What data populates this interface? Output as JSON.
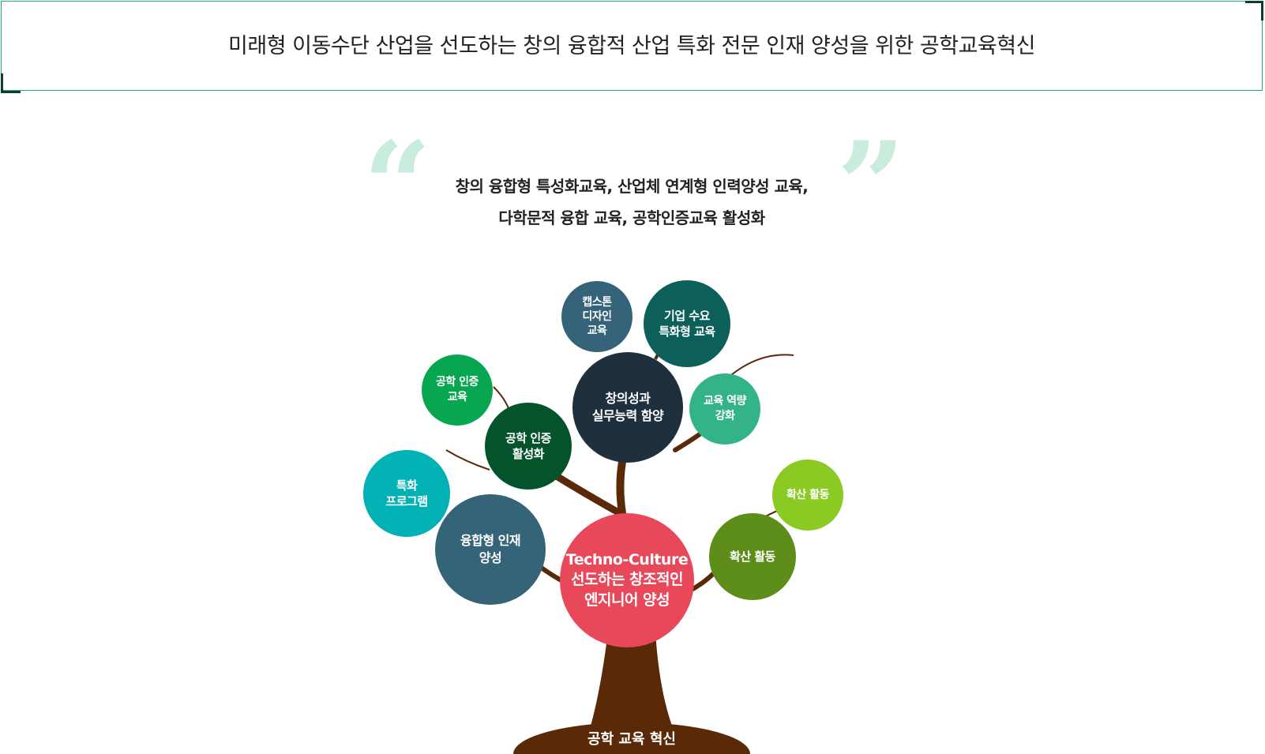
{
  "header": {
    "title": "미래형 이동수단 산업을 선도하는 창의 융합적 산업 특화 전문 인재 양성을 위한 공학교육혁신"
  },
  "quote": {
    "open_mark": "“",
    "close_mark": "”",
    "line1": "창의 융합형 특성화교육, 산업체 연계형 인력양성 교육,",
    "line2": "다학문적  융합 교육, 공학인증교육 활성화"
  },
  "tree": {
    "root_label": "공학 교육 혁신",
    "trunk_color": "#5a2a08",
    "nodes": {
      "center": {
        "label": "Techno-Culture\n선도하는 창조적인\n엔지니어 양성",
        "color": "#e8495a"
      },
      "creative": {
        "label": "창의성과\n실무능력 함양",
        "color": "#1e2f3d"
      },
      "capstone": {
        "label": "캡스톤\n디자인\n교육",
        "color": "#34637a"
      },
      "industry": {
        "label": "기업 수요\n특화형 교육",
        "color": "#0d5f5a"
      },
      "capacity": {
        "label": "교육 역량\n강화",
        "color": "#34b389"
      },
      "accreditation": {
        "label": "공학 인증\n활성화",
        "color": "#04532b"
      },
      "accreditation_edu": {
        "label": "공학 인증\n교육",
        "color": "#08a650"
      },
      "special_program": {
        "label": "특화\n프로그램",
        "color": "#02b1b3"
      },
      "convergence": {
        "label": "융합형 인재\n양성",
        "color": "#356478"
      },
      "spread": {
        "label": "확산 활동",
        "color": "#5e8e1a"
      },
      "spread_small": {
        "label": "확산 활동",
        "color": "#8bca22"
      }
    }
  }
}
